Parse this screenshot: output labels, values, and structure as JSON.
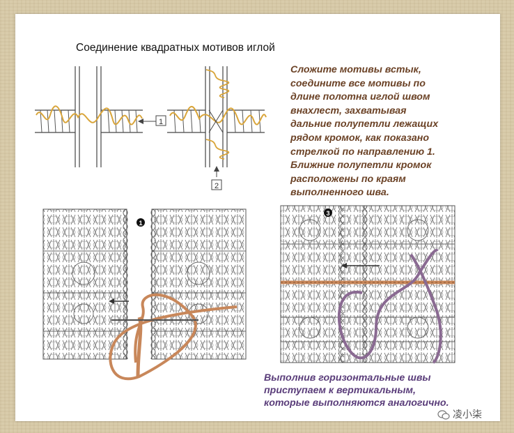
{
  "title": "Соединение квадратных мотивов иглой",
  "instructions": [
    "Сложите мотивы встык,",
    "соедините все мотивы по",
    "длине полотна иглой швом",
    "внахлест, захватывая",
    "дальние полупетли лежащих",
    "рядом кромок,  как показано",
    "стрелкой по направлению 1.",
    "Ближние полупетли кромок",
    "расположены по краям",
    "выполненного шва."
  ],
  "note": [
    "Выполнив горизонтальные швы",
    "приступаем к вертикальным,",
    "которые выполняются аналогично."
  ],
  "labels": {
    "direction_1": "1",
    "direction_2": "2",
    "step_1": "1",
    "step_3": "3"
  },
  "watermark": "凌小柒",
  "colors": {
    "instruction_text": "#6b4226",
    "note_text": "#5a3d7a",
    "yarn_orange": "#c8875a",
    "yarn_purple": "#8a6a92"
  }
}
